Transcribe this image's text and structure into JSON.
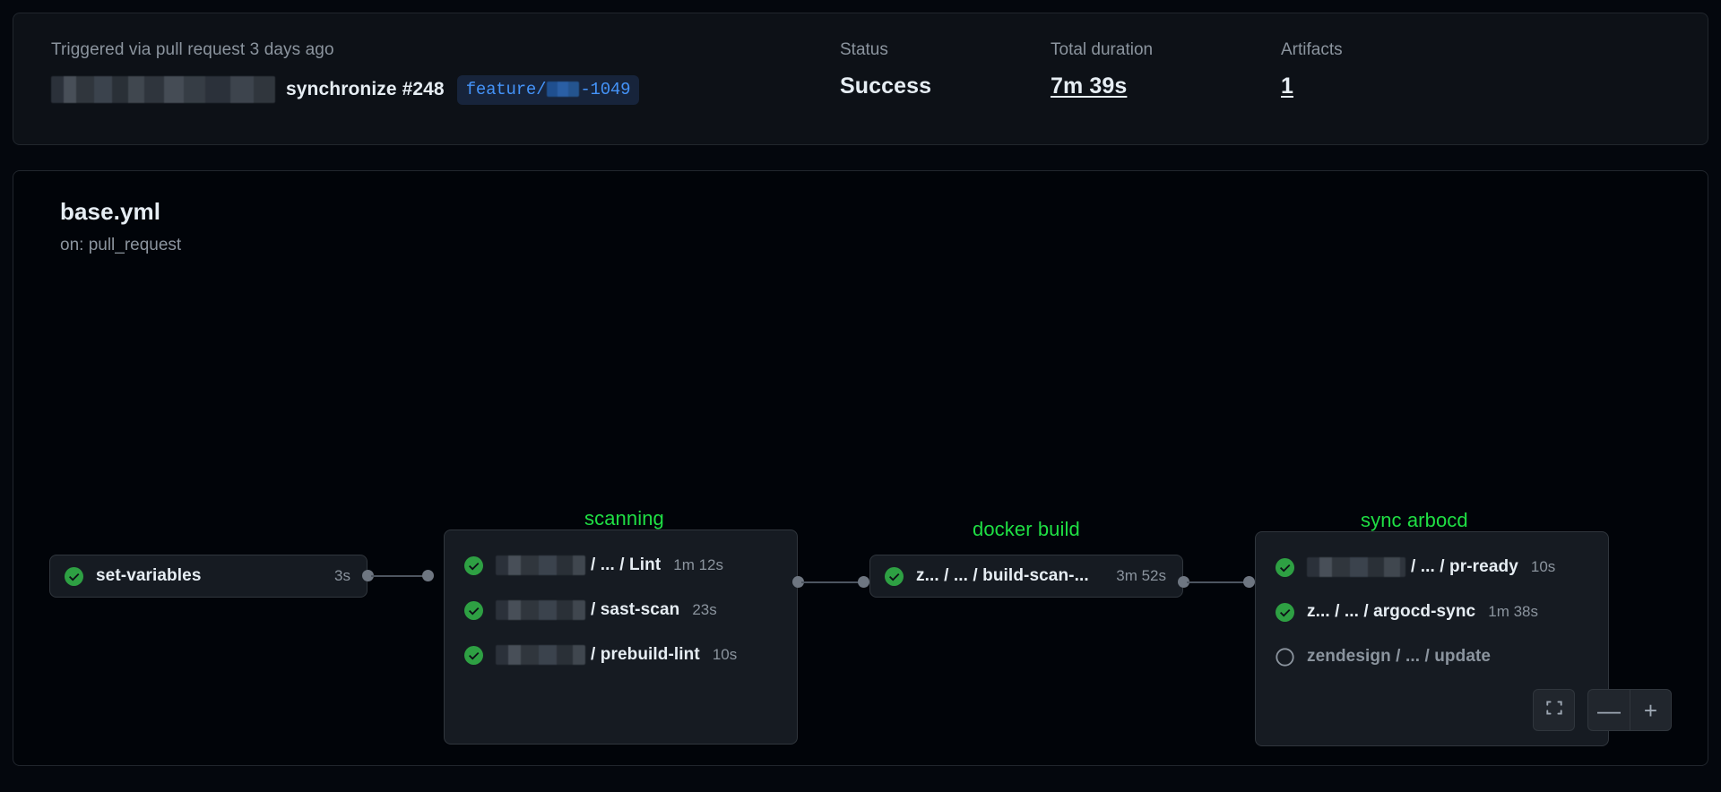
{
  "summary": {
    "trigger_text": "Triggered via pull request 3 days ago",
    "actor_redacted": true,
    "event_text": "synchronize #248",
    "branch_prefix": "feature/",
    "branch_suffix": "-1049",
    "status_label": "Status",
    "status_value": "Success",
    "duration_label": "Total duration",
    "duration_value": "7m 39s",
    "artifacts_label": "Artifacts",
    "artifacts_value": "1"
  },
  "workflow": {
    "title": "base.yml",
    "trigger": "on: pull_request"
  },
  "graph": {
    "groups": [
      {
        "label": "",
        "jobs": [
          {
            "name": "set-variables",
            "time": "3s",
            "status": "success",
            "redacted_prefix": false
          }
        ]
      },
      {
        "label": "scanning",
        "jobs": [
          {
            "name": "/ ... / Lint",
            "time": "1m 12s",
            "status": "success",
            "redacted_prefix": true
          },
          {
            "name": "/ sast-scan",
            "time": "23s",
            "status": "success",
            "redacted_prefix": true
          },
          {
            "name": "/ prebuild-lint",
            "time": "10s",
            "status": "success",
            "redacted_prefix": true
          }
        ]
      },
      {
        "label": "docker build",
        "jobs": [
          {
            "name": "z... / ... / build-scan-...",
            "time": "3m 52s",
            "status": "success",
            "redacted_prefix": false
          }
        ]
      },
      {
        "label": "sync arbocd",
        "jobs": [
          {
            "name": "/ ... / pr-ready",
            "time": "10s",
            "status": "success",
            "redacted_prefix": true
          },
          {
            "name": "z...  / ... / argocd-sync",
            "time": "1m 38s",
            "status": "success",
            "redacted_prefix": false
          },
          {
            "name": "zendesign / ... / update",
            "time": "",
            "status": "skipped",
            "redacted_prefix": false
          }
        ]
      }
    ]
  },
  "controls": {
    "fit_icon": "fit-screen-icon",
    "zoom_out_label": "—",
    "zoom_in_label": "+"
  },
  "colors": {
    "success_green": "#2ea043",
    "group_label_green": "#1fdf44",
    "branch_blue": "#4493f8",
    "muted_text": "#8b949e",
    "card_bg": "#0d1117",
    "node_bg": "#161b22",
    "page_bg": "#04070d"
  }
}
